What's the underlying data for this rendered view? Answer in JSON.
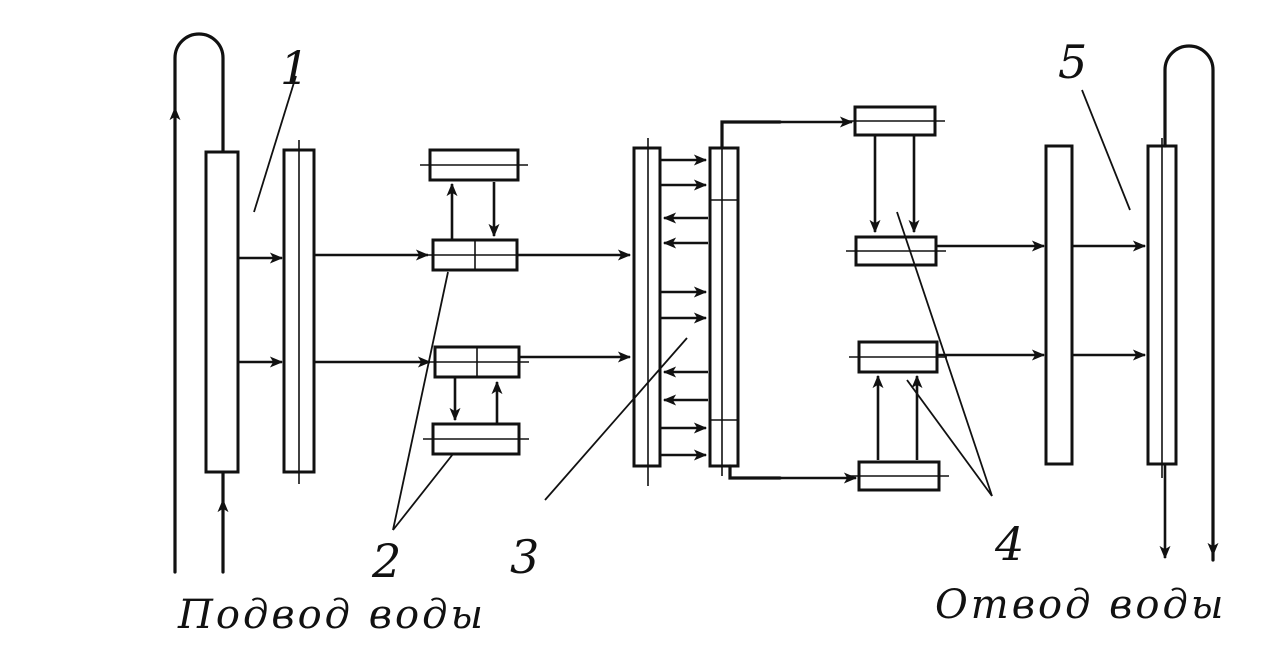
{
  "labels": {
    "l1": "1",
    "l2": "2",
    "l3": "3",
    "l4": "4",
    "l5": "5"
  },
  "captions": {
    "supply": "Подвод воды",
    "discharge": "Отвод воды"
  }
}
